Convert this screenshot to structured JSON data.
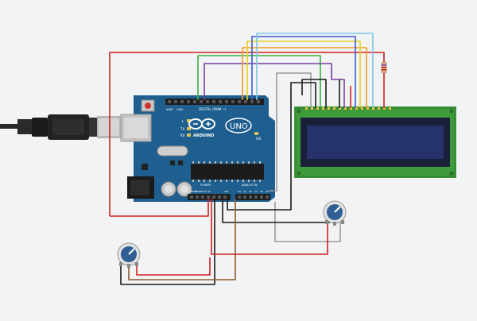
{
  "board": {
    "brand": "ARDUINO",
    "model": "UNO",
    "digital_header_label": "DIGITAL (PWM ~)",
    "power_header_label": "POWER",
    "analog_header_label": "ANALOG IN",
    "aref_label": "AREF",
    "gnd_label": "GND",
    "ioref_label": "IOREF",
    "reset_label": "RESET",
    "v33_label": "3.3V",
    "v5_label": "5V",
    "vin_label": "VIN",
    "a0_label": "A0",
    "a1_label": "A1",
    "a2_label": "A2",
    "a3_label": "A3",
    "a4_label": "A4",
    "a5_label": "A5",
    "led_l_label": "L",
    "led_tx_label": "TX",
    "led_rx_label": "RX",
    "on_label": "ON"
  },
  "colors": {
    "background": "#f2f3f4",
    "board": "#1f5f8f",
    "lcd_pcb": "#3e9a3b",
    "lcd_screen": "#26336b",
    "wire_red": "#d21f1f",
    "wire_black": "#1a1a1a",
    "wire_gray": "#9a9a9a",
    "wire_green": "#3cb043",
    "wire_purple": "#7b3fa0",
    "wire_orange": "#f29c1f",
    "wire_yellow": "#e6d21a",
    "wire_blue": "#3a5fd1",
    "wire_lightblue": "#7fc6e8",
    "wire_brown": "#8b5a2b",
    "pot_knob": "#2f5f95"
  },
  "components": {
    "usb_cable": "usb-cable-icon",
    "barrel_jack": "barrel-jack-icon",
    "lcd": "lcd-16x2-display",
    "pot_1": "potentiometer-icon",
    "pot_2": "potentiometer-icon",
    "resistor": "resistor-icon"
  }
}
